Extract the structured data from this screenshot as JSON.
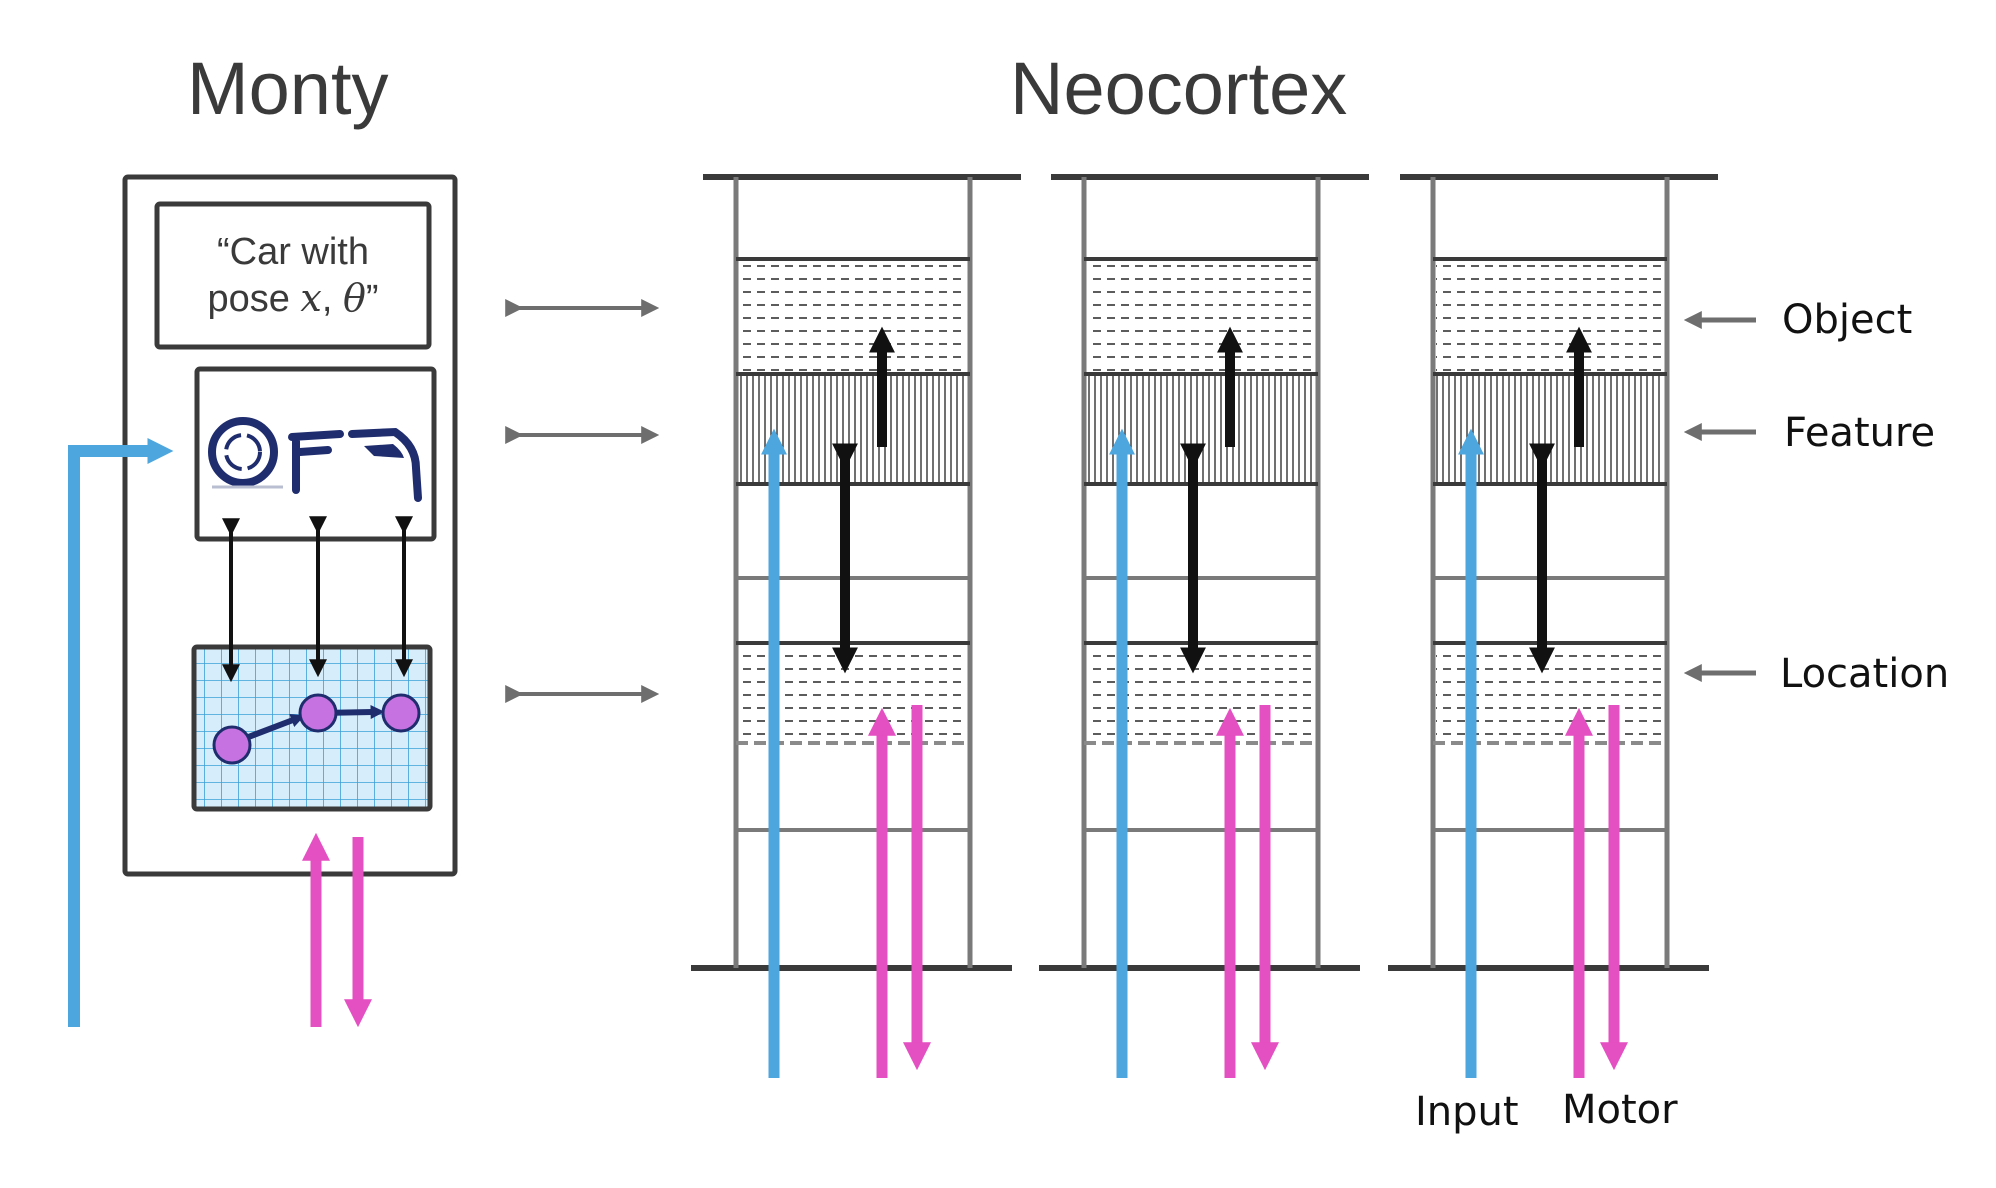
{
  "monty": {
    "title": "Monty",
    "object_box": {
      "line1": "“Car with",
      "line2_prefix": "pose ",
      "var_x": "x",
      "sep": ", ",
      "var_theta": "θ",
      "line2_suffix": "”"
    }
  },
  "neocortex": {
    "title": "Neocortex",
    "layers": [
      "Object",
      "Feature",
      "Location"
    ],
    "inputs": {
      "input": "Input",
      "motor": "Motor"
    }
  },
  "colors": {
    "input_arrow": "#4ea6df",
    "motor_arrow": "#e44fc1",
    "frame": "#3a3a3a",
    "column_lines": "#7a7a7a",
    "grid_fill": "#d6eefb",
    "grid_lines": "#3aa0d8",
    "node": "#c672e0",
    "car_sketch": "#1f2d6e"
  },
  "icons": [
    "car-wheel-icon",
    "car-part-icon",
    "car-body-icon",
    "location-node-icon"
  ]
}
